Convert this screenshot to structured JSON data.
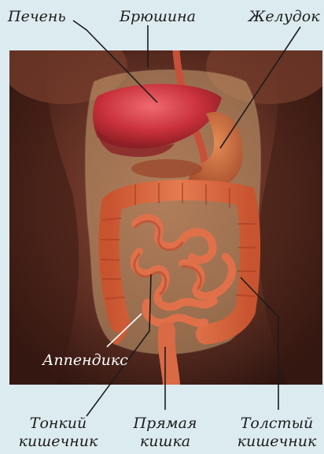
{
  "labels": {
    "liver": "Печень",
    "peritoneum": "Брюшина",
    "stomach": "Желудок",
    "appendix": "Аппендикс",
    "small_intestine_line1": "Тонкий",
    "small_intestine_line2": "кишечник",
    "rectum_line1": "Прямая",
    "rectum_line2": "кишка",
    "large_intestine_line1": "Толстый",
    "large_intestine_line2": "кишечник"
  },
  "colors": {
    "background": "#dcebef",
    "body_skin": "#6a3528",
    "liver": "#c8303a",
    "peritoneum": "#d9b27c",
    "intestine": "#d9633f",
    "leader_line": "#1c1c1c"
  }
}
